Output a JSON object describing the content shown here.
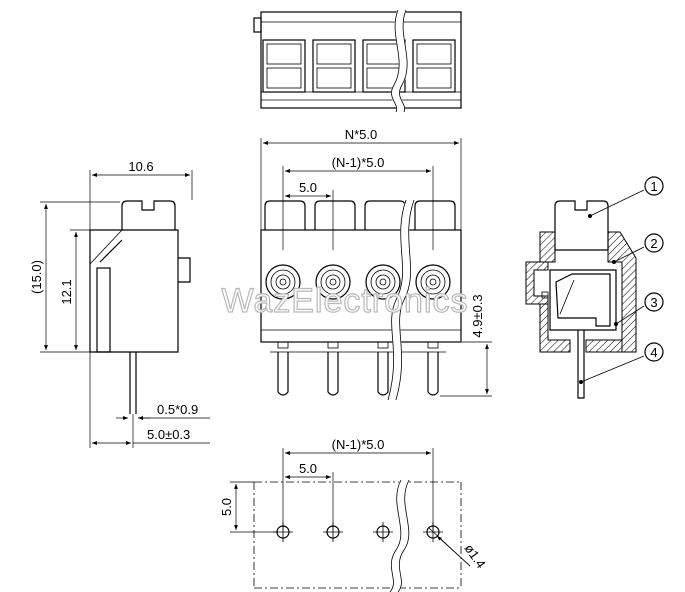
{
  "dimensions": {
    "overall_width": "N*5.0",
    "pitch_span": "(N-1)*5.0",
    "pitch": "5.0",
    "side_depth": "10.6",
    "total_height": "(15.0)",
    "body_height": "12.1",
    "pin_section": "0.5*0.9",
    "pin_offset": "5.0±0.3",
    "pin_length": "4.9±0.3",
    "pcb_pitch_span": "(N-1)*5.0",
    "pcb_pitch": "5.0",
    "pcb_row_offset": "5.0",
    "hole_diameter": "ø1.4"
  },
  "callouts": [
    "1",
    "2",
    "3",
    "4"
  ],
  "watermark": "WazElectronics",
  "colors": {
    "line": "#000000",
    "watermark_outline": "#b8b8b8"
  }
}
